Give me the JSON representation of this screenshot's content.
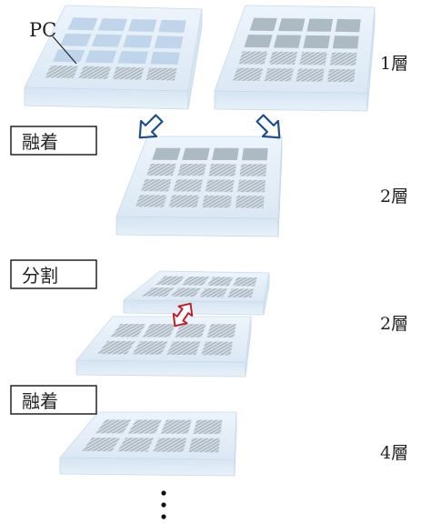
{
  "labels": {
    "pc": "PC",
    "fuse1": "融着",
    "split": "分割",
    "fuse2": "融着"
  },
  "layers": {
    "row1": "1層",
    "row2": "2層",
    "row3": "2層",
    "row4": "4層"
  },
  "colors": {
    "plate_top": "#e3eef8",
    "plate_side": "#c9dced",
    "pattern": "#8fa0ae",
    "pattern_light": "#b9d0e8",
    "arrow_blue": "#1c4f8c",
    "arrow_red": "#c0202a"
  },
  "continuation_symbol": "⋮"
}
